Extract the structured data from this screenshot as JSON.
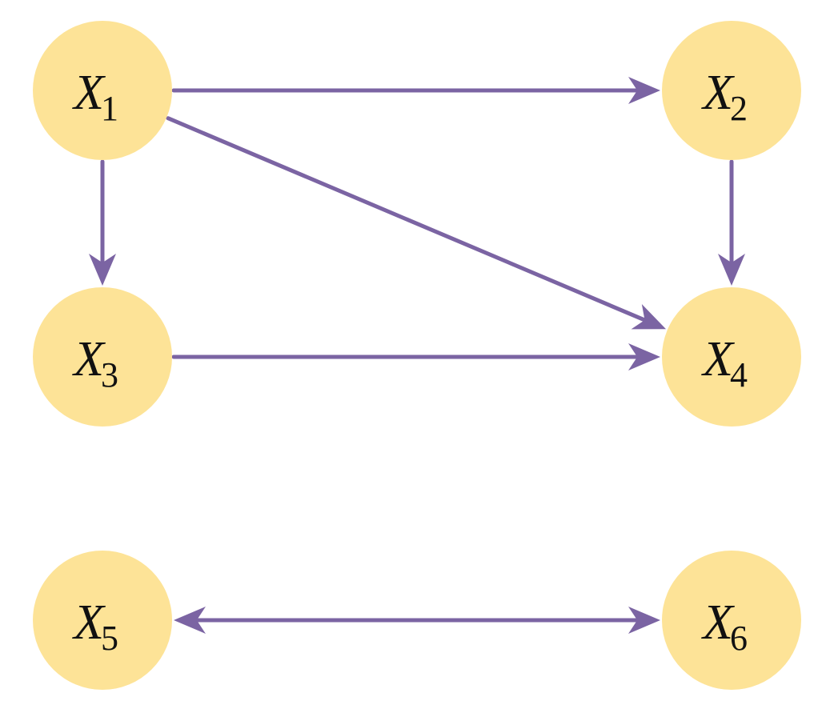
{
  "diagram": {
    "colors": {
      "node_fill": "#fde397",
      "edge": "#7b64a3",
      "label": "#111111"
    },
    "nodes": [
      {
        "id": "X1",
        "letter": "X",
        "sub": "1"
      },
      {
        "id": "X2",
        "letter": "X",
        "sub": "2"
      },
      {
        "id": "X3",
        "letter": "X",
        "sub": "3"
      },
      {
        "id": "X4",
        "letter": "X",
        "sub": "4"
      },
      {
        "id": "X5",
        "letter": "X",
        "sub": "5"
      },
      {
        "id": "X6",
        "letter": "X",
        "sub": "6"
      }
    ],
    "edges": [
      {
        "from": "X1",
        "to": "X2",
        "type": "directed"
      },
      {
        "from": "X1",
        "to": "X3",
        "type": "directed"
      },
      {
        "from": "X1",
        "to": "X4",
        "type": "directed"
      },
      {
        "from": "X2",
        "to": "X4",
        "type": "directed"
      },
      {
        "from": "X3",
        "to": "X4",
        "type": "directed"
      },
      {
        "from": "X5",
        "to": "X6",
        "type": "bidirected"
      }
    ]
  }
}
